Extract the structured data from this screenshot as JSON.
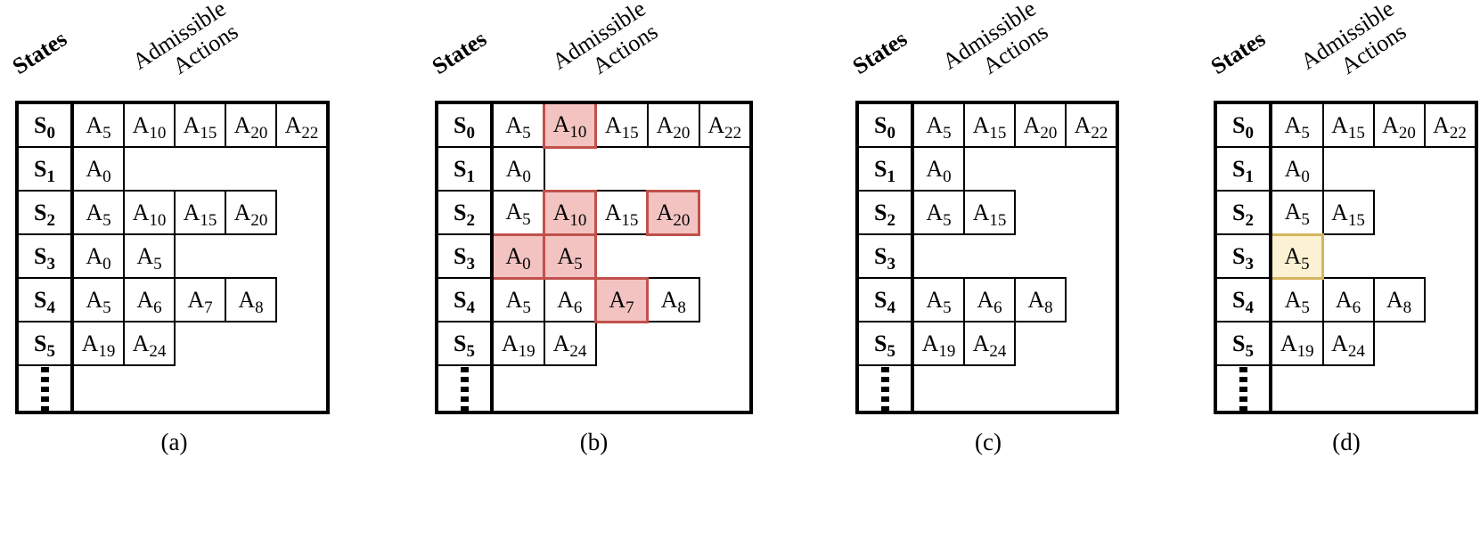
{
  "figure": {
    "colors": {
      "line": "#000000",
      "background": "#FFFFFF",
      "red_fill": "#F2C3C1",
      "red_border": "#C1504B",
      "yellow_fill": "#FCF2D3",
      "yellow_border": "#D6B55F"
    },
    "panels": [
      {
        "caption": "(a)",
        "states_header": "States",
        "actions_header": [
          "Admissible",
          "Actions"
        ],
        "max_cols": 5,
        "rows": [
          {
            "state": {
              "base": "S",
              "sub": "0"
            },
            "actions": [
              {
                "base": "A",
                "sub": "5"
              },
              {
                "base": "A",
                "sub": "10"
              },
              {
                "base": "A",
                "sub": "15"
              },
              {
                "base": "A",
                "sub": "20"
              },
              {
                "base": "A",
                "sub": "22"
              }
            ]
          },
          {
            "state": {
              "base": "S",
              "sub": "1"
            },
            "actions": [
              {
                "base": "A",
                "sub": "0"
              }
            ]
          },
          {
            "state": {
              "base": "S",
              "sub": "2"
            },
            "actions": [
              {
                "base": "A",
                "sub": "5"
              },
              {
                "base": "A",
                "sub": "10"
              },
              {
                "base": "A",
                "sub": "15"
              },
              {
                "base": "A",
                "sub": "20"
              }
            ]
          },
          {
            "state": {
              "base": "S",
              "sub": "3"
            },
            "actions": [
              {
                "base": "A",
                "sub": "0"
              },
              {
                "base": "A",
                "sub": "5"
              }
            ]
          },
          {
            "state": {
              "base": "S",
              "sub": "4"
            },
            "actions": [
              {
                "base": "A",
                "sub": "5"
              },
              {
                "base": "A",
                "sub": "6"
              },
              {
                "base": "A",
                "sub": "7"
              },
              {
                "base": "A",
                "sub": "8"
              }
            ]
          },
          {
            "state": {
              "base": "S",
              "sub": "5"
            },
            "actions": [
              {
                "base": "A",
                "sub": "19"
              },
              {
                "base": "A",
                "sub": "24"
              }
            ]
          },
          {
            "dots": true,
            "actions": []
          }
        ]
      },
      {
        "caption": "(b)",
        "states_header": "States",
        "actions_header": [
          "Admissible",
          "Actions"
        ],
        "max_cols": 5,
        "rows": [
          {
            "state": {
              "base": "S",
              "sub": "0"
            },
            "actions": [
              {
                "base": "A",
                "sub": "5"
              },
              {
                "base": "A",
                "sub": "10",
                "hl": "red"
              },
              {
                "base": "A",
                "sub": "15"
              },
              {
                "base": "A",
                "sub": "20"
              },
              {
                "base": "A",
                "sub": "22"
              }
            ]
          },
          {
            "state": {
              "base": "S",
              "sub": "1"
            },
            "actions": [
              {
                "base": "A",
                "sub": "0"
              }
            ]
          },
          {
            "state": {
              "base": "S",
              "sub": "2"
            },
            "actions": [
              {
                "base": "A",
                "sub": "5"
              },
              {
                "base": "A",
                "sub": "10",
                "hl": "red"
              },
              {
                "base": "A",
                "sub": "15"
              },
              {
                "base": "A",
                "sub": "20",
                "hl": "red"
              }
            ]
          },
          {
            "state": {
              "base": "S",
              "sub": "3"
            },
            "actions": [
              {
                "base": "A",
                "sub": "0",
                "hl": "red"
              },
              {
                "base": "A",
                "sub": "5",
                "hl": "red"
              }
            ]
          },
          {
            "state": {
              "base": "S",
              "sub": "4"
            },
            "actions": [
              {
                "base": "A",
                "sub": "5"
              },
              {
                "base": "A",
                "sub": "6"
              },
              {
                "base": "A",
                "sub": "7",
                "hl": "red"
              },
              {
                "base": "A",
                "sub": "8"
              }
            ]
          },
          {
            "state": {
              "base": "S",
              "sub": "5"
            },
            "actions": [
              {
                "base": "A",
                "sub": "19"
              },
              {
                "base": "A",
                "sub": "24"
              }
            ]
          },
          {
            "dots": true,
            "actions": []
          }
        ]
      },
      {
        "caption": "(c)",
        "states_header": "States",
        "actions_header": [
          "Admissible",
          "Actions"
        ],
        "max_cols": 4,
        "rows": [
          {
            "state": {
              "base": "S",
              "sub": "0"
            },
            "actions": [
              {
                "base": "A",
                "sub": "5"
              },
              {
                "base": "A",
                "sub": "15"
              },
              {
                "base": "A",
                "sub": "20"
              },
              {
                "base": "A",
                "sub": "22"
              }
            ]
          },
          {
            "state": {
              "base": "S",
              "sub": "1"
            },
            "actions": [
              {
                "base": "A",
                "sub": "0"
              }
            ]
          },
          {
            "state": {
              "base": "S",
              "sub": "2"
            },
            "actions": [
              {
                "base": "A",
                "sub": "5"
              },
              {
                "base": "A",
                "sub": "15"
              }
            ]
          },
          {
            "state": {
              "base": "S",
              "sub": "3"
            },
            "actions": []
          },
          {
            "state": {
              "base": "S",
              "sub": "4"
            },
            "actions": [
              {
                "base": "A",
                "sub": "5"
              },
              {
                "base": "A",
                "sub": "6"
              },
              {
                "base": "A",
                "sub": "8"
              }
            ]
          },
          {
            "state": {
              "base": "S",
              "sub": "5"
            },
            "actions": [
              {
                "base": "A",
                "sub": "19"
              },
              {
                "base": "A",
                "sub": "24"
              }
            ]
          },
          {
            "dots": true,
            "actions": []
          }
        ]
      },
      {
        "caption": "(d)",
        "states_header": "States",
        "actions_header": [
          "Admissible",
          "Actions"
        ],
        "max_cols": 4,
        "rows": [
          {
            "state": {
              "base": "S",
              "sub": "0"
            },
            "actions": [
              {
                "base": "A",
                "sub": "5"
              },
              {
                "base": "A",
                "sub": "15"
              },
              {
                "base": "A",
                "sub": "20"
              },
              {
                "base": "A",
                "sub": "22"
              }
            ]
          },
          {
            "state": {
              "base": "S",
              "sub": "1"
            },
            "actions": [
              {
                "base": "A",
                "sub": "0"
              }
            ]
          },
          {
            "state": {
              "base": "S",
              "sub": "2"
            },
            "actions": [
              {
                "base": "A",
                "sub": "5"
              },
              {
                "base": "A",
                "sub": "15"
              }
            ]
          },
          {
            "state": {
              "base": "S",
              "sub": "3"
            },
            "actions": [
              {
                "base": "A",
                "sub": "5",
                "hl": "yellow"
              }
            ]
          },
          {
            "state": {
              "base": "S",
              "sub": "4"
            },
            "actions": [
              {
                "base": "A",
                "sub": "5"
              },
              {
                "base": "A",
                "sub": "6"
              },
              {
                "base": "A",
                "sub": "8"
              }
            ]
          },
          {
            "state": {
              "base": "S",
              "sub": "5"
            },
            "actions": [
              {
                "base": "A",
                "sub": "19"
              },
              {
                "base": "A",
                "sub": "24"
              }
            ]
          },
          {
            "dots": true,
            "actions": []
          }
        ]
      }
    ]
  }
}
